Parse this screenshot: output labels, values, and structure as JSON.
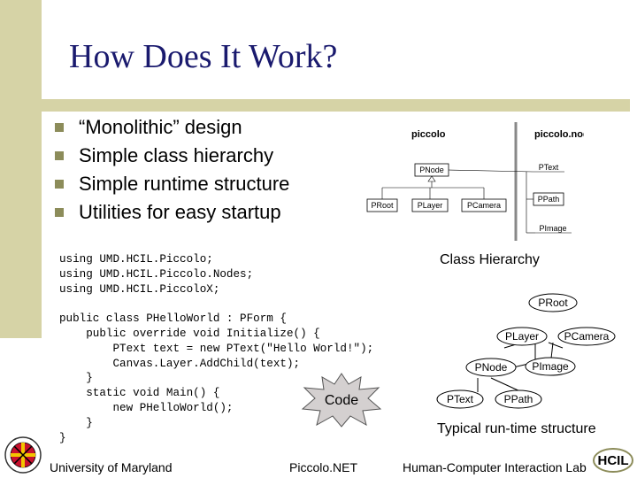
{
  "slide": {
    "title": "How Does It Work?",
    "bullets": [
      "“Monolithic” design",
      "Simple class hierarchy",
      "Simple runtime structure",
      "Utilities for easy startup"
    ]
  },
  "code": {
    "lines": [
      "using UMD.HCIL.Piccolo;",
      "using UMD.HCIL.Piccolo.Nodes;",
      "using UMD.HCIL.PiccoloX;",
      "",
      "public class PHelloWorld : PForm {",
      "    public override void Initialize() {",
      "        PText text = new PText(\"Hello World!\");",
      "        Canvas.Layer.AddChild(text);",
      "    }",
      "    static void Main() {",
      "        new PHelloWorld();",
      "    }",
      "}"
    ],
    "badge_label": "Code"
  },
  "class_hierarchy": {
    "caption": "Class Hierarchy",
    "package_piccolo": "piccolo",
    "package_nodes": "piccolo.nodes",
    "nodes": {
      "pnode": "PNode",
      "proot": "PRoot",
      "player": "PLayer",
      "pcamera": "PCamera",
      "ptext": "PText",
      "ppath": "PPath",
      "pimage": "PImage"
    }
  },
  "runtime_structure": {
    "caption": "Typical run-time structure",
    "nodes": {
      "proot": "PRoot",
      "player": "PLayer",
      "pcamera": "PCamera",
      "pnode": "PNode",
      "pimage": "PImage",
      "ptext": "PText",
      "ppath": "PPath"
    }
  },
  "footer": {
    "left": "University of Maryland",
    "center": "Piccolo.NET",
    "right": "Human-Computer Interaction Lab",
    "logo_text": "HCIL"
  },
  "colors": {
    "accent_bar": "#d6d3a6",
    "title_text": "#1a1a6e",
    "bullet_square": "#8c8c5a",
    "badge_fill": "#d4d0d0"
  }
}
